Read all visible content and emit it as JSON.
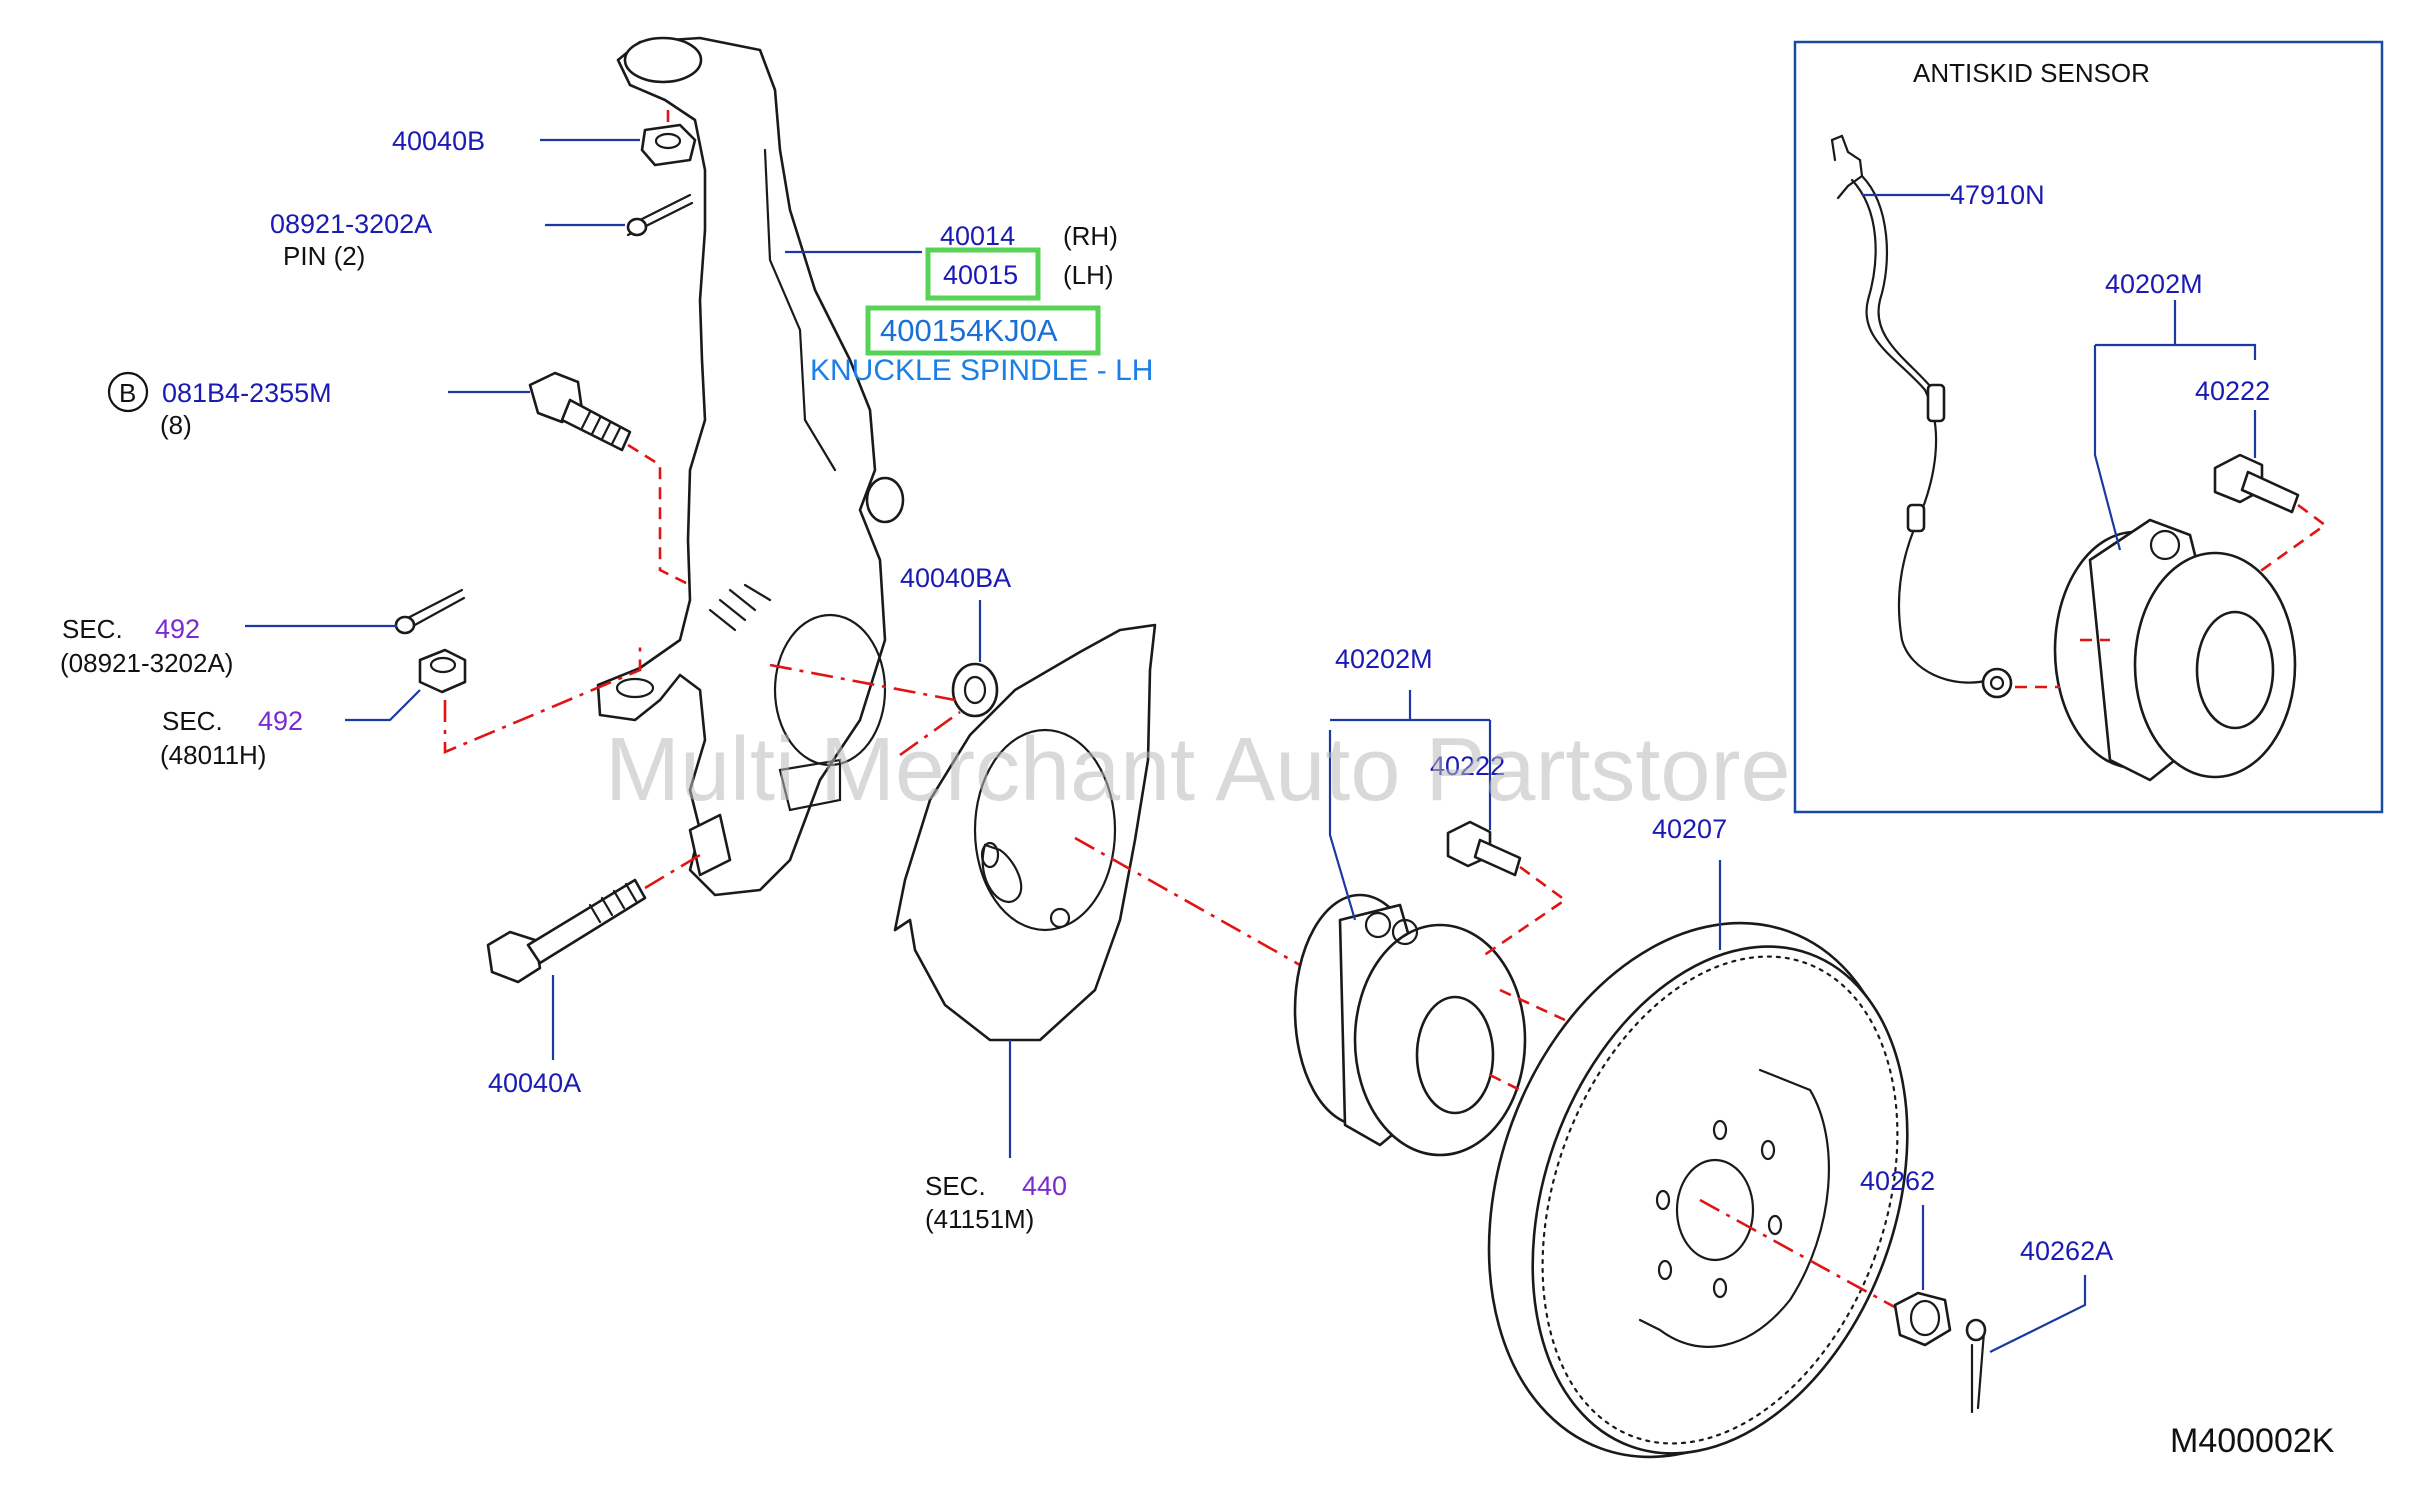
{
  "inset": {
    "title": "ANTISKID   SENSOR"
  },
  "labels": {
    "p40040B": "40040B",
    "p08921": "08921-3202A",
    "pin": "PIN   (2)",
    "p40014": "40014",
    "rh": "(RH)",
    "p40015": "40015",
    "lh": "(LH)",
    "highlight_part": "400154KJ0A",
    "highlight_desc": "KNUCKLE SPINDLE - LH",
    "b_mark": "B",
    "p081B4": "081B4-2355M",
    "qty8": "(8)",
    "sec1": "SEC.",
    "sec1_num": "492",
    "sec1_sub": "(08921-3202A)",
    "sec2": "SEC.",
    "sec2_num": "492",
    "sec2_sub": "(48011H)",
    "p40040BA": "40040BA",
    "p40040A": "40040A",
    "sec3": "SEC.",
    "sec3_num": "440",
    "sec3_sub": "(41151M)",
    "p40202M": "40202M",
    "p40222": "40222",
    "p40207": "40207",
    "p40262": "40262",
    "p40262A": "40262A",
    "i47910N": "47910N",
    "i40202M": "40202M",
    "i40222": "40222",
    "diagram_code": "M400002K"
  },
  "watermark": "Multi Merchant Auto Partstore",
  "colors": {
    "part_number": "#1a1ab4",
    "section_number": "#7a2bd0",
    "highlight_box": "#56d356",
    "highlight_text": "#1a6fd6",
    "centerline": "#e01414",
    "leader": "#1a3aa0"
  }
}
